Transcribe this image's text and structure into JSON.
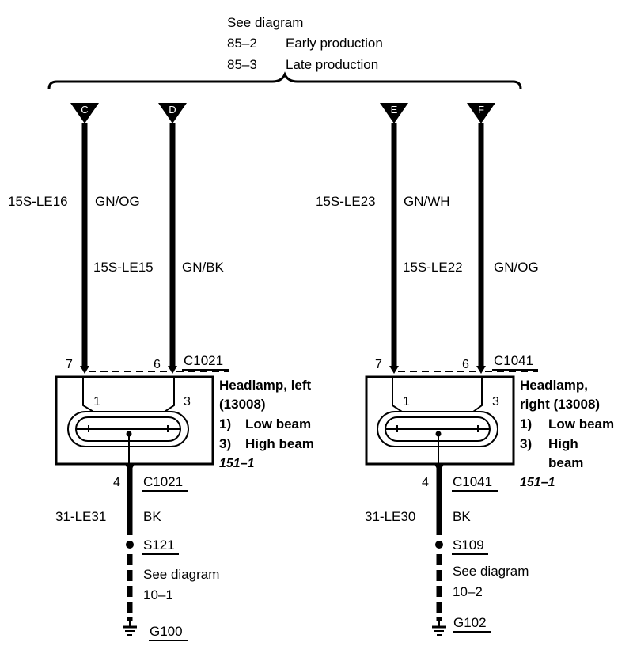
{
  "header": {
    "see_diagram": "See diagram",
    "row1_code": "85–2",
    "row1_text": "Early production",
    "row2_code": "85–3",
    "row2_text": "Late production"
  },
  "terminals": [
    "C",
    "D",
    "E",
    "F"
  ],
  "left": {
    "wire1_id": "15S-LE16",
    "wire1_color": "GN/OG",
    "wire2_id": "15S-LE15",
    "wire2_color": "GN/BK",
    "pin_a": "7",
    "pin_b": "6",
    "connector": "C1021",
    "lamp_pin_1": "1",
    "lamp_pin_3": "3",
    "title_line1": "Headlamp, left",
    "title_line2": "(13008)",
    "item1_num": "1)",
    "item1_label": "Low beam",
    "item2_num": "3)",
    "item2_label": "High beam",
    "ref": "151–1",
    "ground_pin": "4",
    "ground_connector": "C1021",
    "ground_wire_id": "31-LE31",
    "ground_wire_color": "BK",
    "splice": "S121",
    "see_diagram": "See diagram",
    "see_ref": "10–1",
    "ground": "G100"
  },
  "right": {
    "wire1_id": "15S-LE23",
    "wire1_color": "GN/WH",
    "wire2_id": "15S-LE22",
    "wire2_color": "GN/OG",
    "pin_a": "7",
    "pin_b": "6",
    "connector": "C1041",
    "lamp_pin_1": "1",
    "lamp_pin_3": "3",
    "title_line1": "Headlamp,",
    "title_line2": "right (13008)",
    "item1_num": "1)",
    "item1_label": "Low beam",
    "item2_num": "3)",
    "item2_label_line1": "High",
    "item2_label_line2": "beam",
    "ref": "151–1",
    "ground_pin": "4",
    "ground_connector": "C1041",
    "ground_wire_id": "31-LE30",
    "ground_wire_color": "BK",
    "splice": "S109",
    "see_diagram": "See diagram",
    "see_ref": "10–2",
    "ground": "G102"
  }
}
